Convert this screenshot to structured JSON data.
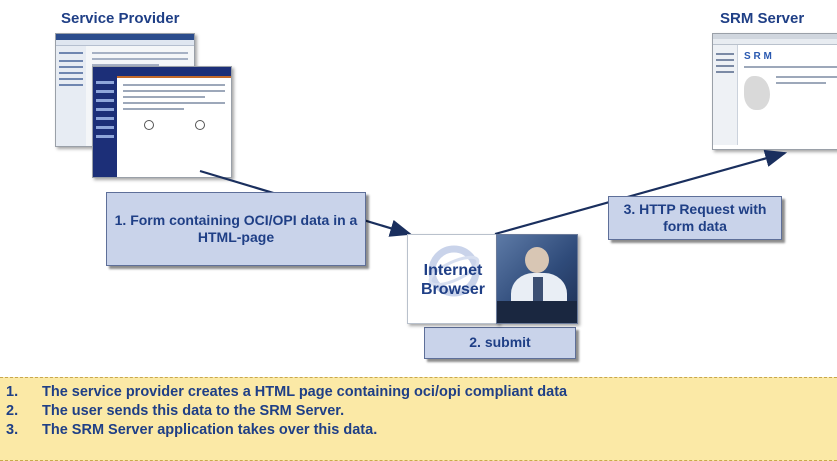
{
  "headings": {
    "service_provider": "Service Provider",
    "srm_server": "SRM Server"
  },
  "steps": {
    "step1": "1. Form containing OCI/OPI data in a HTML-page",
    "step2": "2. submit",
    "step3": "3. HTTP Request with form data"
  },
  "browser": {
    "line1": "Internet",
    "line2": "Browser"
  },
  "srm_logo": "S R M",
  "footer": {
    "items": [
      {
        "num": "1.",
        "text": "The service provider creates a HTML page containing oci/opi compliant data"
      },
      {
        "num": "2.",
        "text": "The user sends this data to the SRM Server."
      },
      {
        "num": "3.",
        "text": "The SRM Server application takes over this data."
      }
    ]
  },
  "colors": {
    "text_navy": "#1f3f86",
    "box_fill": "#c9d3ea",
    "arrow": "#1a2f5e",
    "footer_bg": "#fbe9a6"
  }
}
